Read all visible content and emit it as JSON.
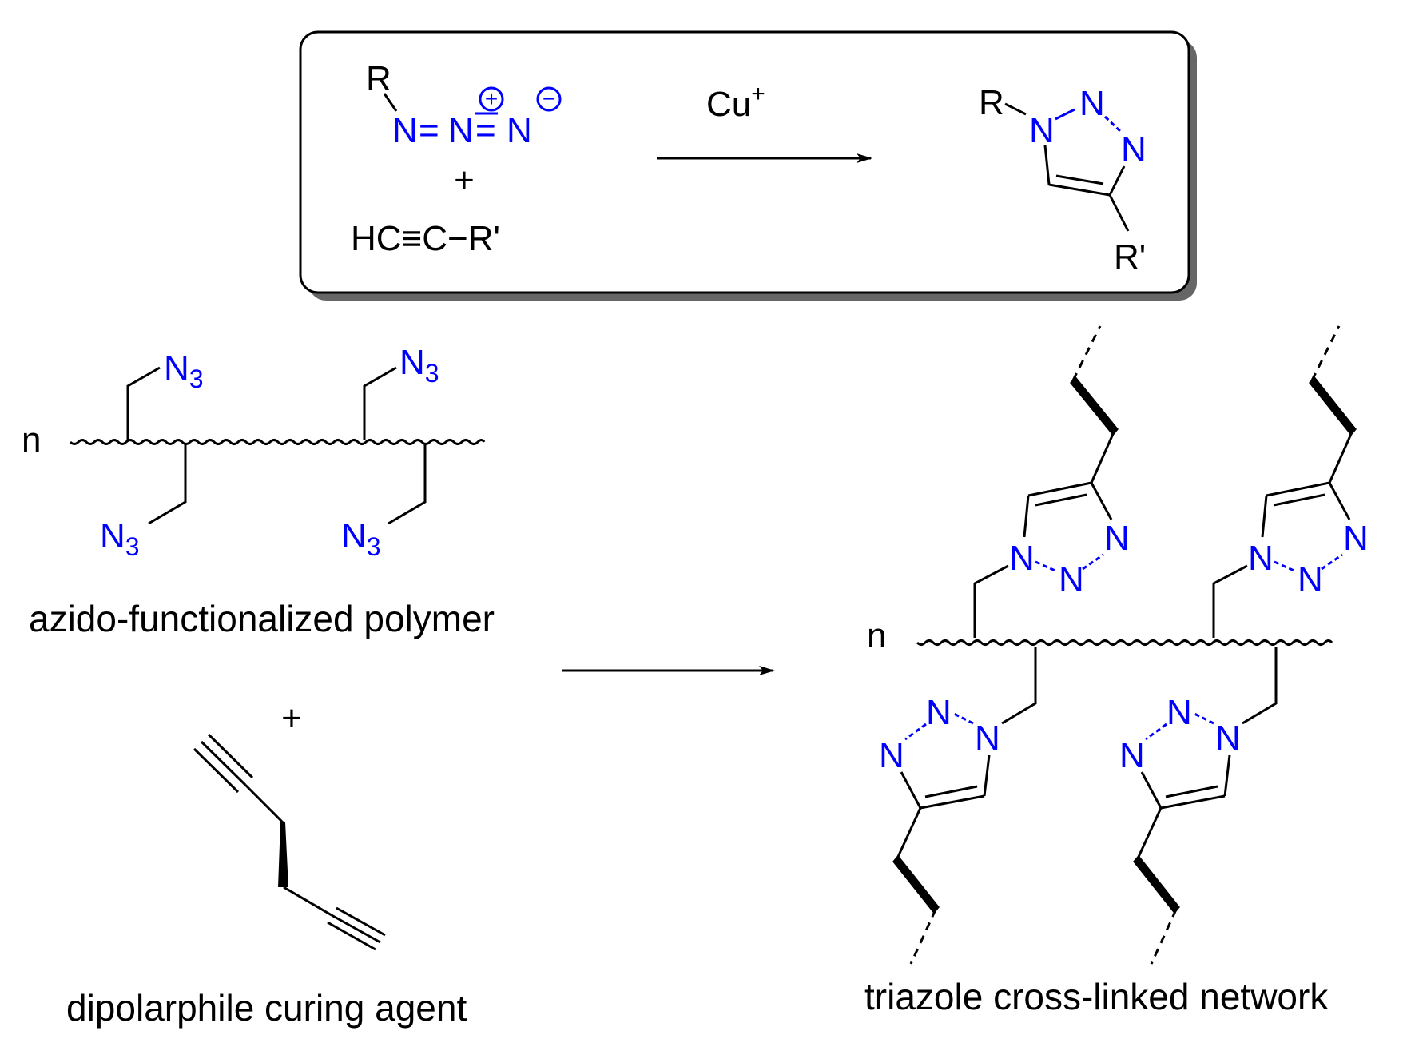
{
  "colors": {
    "heteroatom": "#0000ff",
    "text": "#000000",
    "background": "#ffffff",
    "box_shadow": "#666666"
  },
  "reaction_box": {
    "azide": {
      "r": "R",
      "n1": "N",
      "bond1": "=",
      "n2": "N",
      "bond2": "=",
      "n3": "N",
      "plus_charge": "+",
      "minus_charge": "−"
    },
    "plus_sign": "+",
    "alkyne": "HC≡C−R'",
    "catalyst": "Cu",
    "catalyst_charge": "+",
    "product": {
      "r": "R",
      "r_prime": "R'",
      "n1": "N",
      "n2": "N",
      "n3": "N"
    }
  },
  "polymer": {
    "repeat_n": "n",
    "azide_group": "N",
    "azide_subscript": "3",
    "caption": "azido-functionalized polymer"
  },
  "curing_agent": {
    "plus_sign": "+",
    "caption": "dipolarphile curing agent"
  },
  "network": {
    "repeat_n": "n",
    "nitrogen": "N",
    "caption": "triazole cross-linked network"
  }
}
